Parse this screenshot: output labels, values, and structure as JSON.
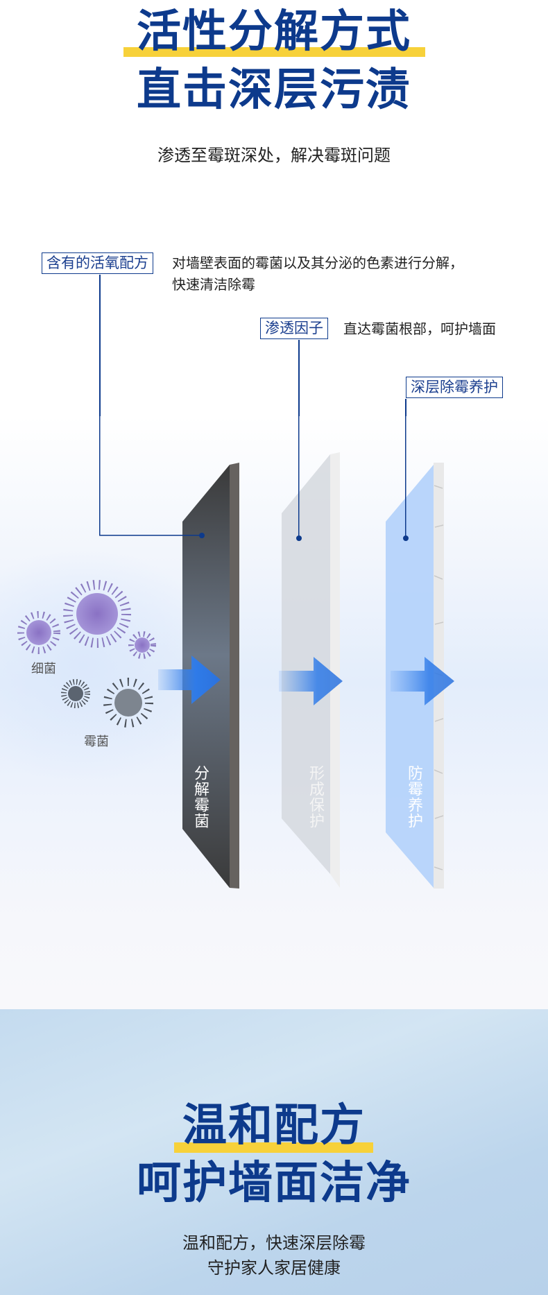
{
  "header": {
    "title_line1": "活性分解方式",
    "title_line2": "直击深层污渍",
    "subtitle": "渗透至霉斑深处，解决霉斑问题"
  },
  "callouts": [
    {
      "tag": "含有的活氧配方",
      "desc_line1": "对墙壁表面的霉菌以及其分泌的色素进行分解，",
      "desc_line2": "快速清洁除霉"
    },
    {
      "tag": "渗透因子",
      "desc_line1": "直达霉菌根部，呵护墙面"
    },
    {
      "tag": "深层除霉养护"
    }
  ],
  "diagram": {
    "microbe_labels": [
      "细菌",
      "霉菌"
    ],
    "layers": [
      "分解霉菌",
      "形成保护",
      "防霉养护"
    ]
  },
  "footer": {
    "title_line1": "温和配方",
    "title_line2": "呵护墙面洁净",
    "subtitle_line1": "温和配方，快速深层除霉",
    "subtitle_line2": "守护家人家居健康"
  },
  "colors": {
    "brand_blue": "#0d3a8c",
    "highlight_yellow": "#f7d13a"
  }
}
